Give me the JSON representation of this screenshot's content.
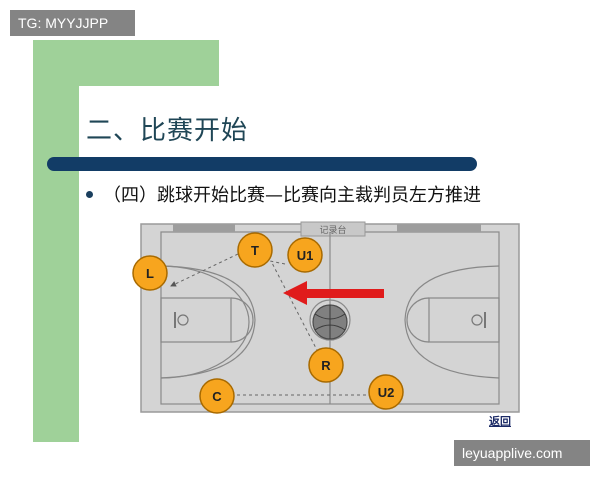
{
  "watermark_top": "TG: MYYJJPP",
  "watermark_bottom": "leyuapplive.com",
  "slide": {
    "title": "二、比赛开始",
    "bullet": "（四）跳球开始比赛—比赛向主裁判员左方推进",
    "back_link": "返回"
  },
  "court": {
    "scorer_table_label": "记录台"
  },
  "players": [
    {
      "label": "T"
    },
    {
      "label": "U1"
    },
    {
      "label": "L"
    },
    {
      "label": "R"
    },
    {
      "label": "C"
    },
    {
      "label": "U2"
    }
  ],
  "colors": {
    "player_fill": "#f7a51e",
    "player_stroke": "#a86a00",
    "arrow": "#e01b1b",
    "title_bar": "#123c66",
    "accent_green": "#9fd199"
  }
}
